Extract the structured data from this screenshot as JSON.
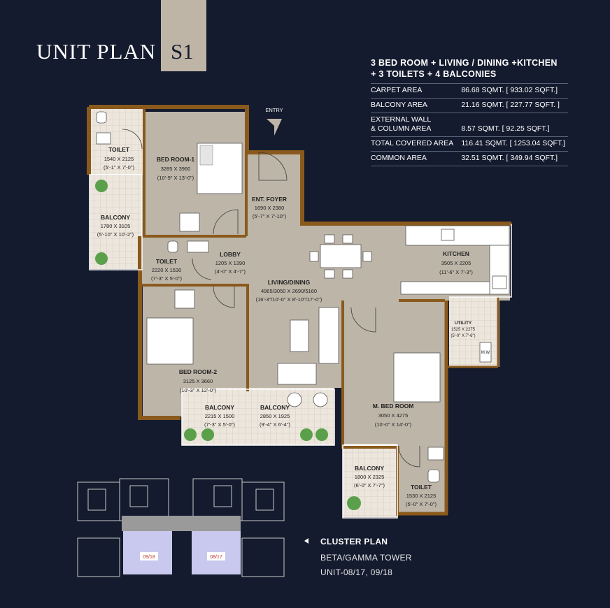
{
  "title": {
    "left": "UNIT PLAN",
    "right": "S1"
  },
  "config": {
    "line1": "3 BED ROOM + LIVING / DINING +KITCHEN",
    "line2": "+ 3 TOILETS + 4 BALCONIES"
  },
  "areas": [
    {
      "label": "CARPET AREA",
      "value": "86.68 SQMT. [ 933.02 SQFT.]"
    },
    {
      "label": "BALCONY AREA",
      "value": "21.16 SQMT. [ 227.77 SQFT. ]"
    },
    {
      "label1": "EXTERNAL WALL",
      "label2": "& COLUMN AREA",
      "value": "8.57 SQMT. [ 92.25 SQFT.]"
    },
    {
      "label": "TOTAL COVERED AREA",
      "value": "116.41 SQMT. [ 1253.04 SQFT.]"
    },
    {
      "label": "COMMON AREA",
      "value": "32.51 SQMT. [ 349.94 SQFT.]"
    }
  ],
  "entry": "ENTRY",
  "rooms": {
    "toilet1": {
      "name": "TOILET",
      "dim1": "1540 X 2125",
      "dim2": "(5'-1\" X 7'-0\")"
    },
    "bed1": {
      "name": "BED ROOM-1",
      "dim1": "3285 X 3960",
      "dim2": "(10'-9\" X 13'-0\")"
    },
    "foyer": {
      "name": "ENT. FOYER",
      "dim1": "1690 X 2380",
      "dim2": "(5'-7\" X 7'-10\")"
    },
    "balcony1": {
      "name": "BALCONY",
      "dim1": "1780 X 3105",
      "dim2": "(5'-10\" X 10'-2\")"
    },
    "lobby": {
      "name": "LOBBY",
      "dim1": "1205 X 1390",
      "dim2": "(4'-0\" X 4'-7\")"
    },
    "toilet2": {
      "name": "TOILET",
      "dim1": "2220 X 1530",
      "dim2": "(7'-3\" X 5'-0\")"
    },
    "kitchen": {
      "name": "KITCHEN",
      "dim1": "3505 X 2205",
      "dim2": "(11'-6\" X 7'-3\")"
    },
    "living": {
      "name": "LIVING/DINING",
      "dim1": "4965/3050 X 2690/5160",
      "dim2": "(16'-3\"/10'-0\" X 8'-10\"/17'-0\")"
    },
    "utility": {
      "name": "UTILITY",
      "dim1": "1525 X 2275",
      "dim2": "(5'-0\" X 7'-6\")"
    },
    "bed2": {
      "name": "BED ROOM-2",
      "dim1": "3125 X 3660",
      "dim2": "(10'-3\" X 12'-0\")"
    },
    "mbed": {
      "name": "M. BED ROOM",
      "dim1": "3050 X 4275",
      "dim2": "(10'-0\" X 14'-0\")"
    },
    "balcony2": {
      "name": "BALCONY",
      "dim1": "2215 X 1500",
      "dim2": "(7'-3\" X 5'-0\")"
    },
    "balcony3": {
      "name": "BALCONY",
      "dim1": "2850 X 1925",
      "dim2": "(9'-4\" X 6'-4\")"
    },
    "balcony4": {
      "name": "BALCONY",
      "dim1": "1800 X 2325",
      "dim2": "(6'-0\" X 7'-7\")"
    },
    "toilet3": {
      "name": "TOILET",
      "dim1": "1530 X 2125",
      "dim2": "(5'-0\" X 7'-0\")"
    }
  },
  "fixtures": {
    "mw": "M.W"
  },
  "cluster": {
    "title": "CLUSTER PLAN",
    "tower": "BETA/GAMMA TOWER",
    "units": "UNIT-08/17, 09/18",
    "tag_left": "09/18",
    "tag_right": "08/17"
  },
  "colors": {
    "background": "#141b2e",
    "wall": "#8a5a1c",
    "floor": "#bdb5a8",
    "tile": "#e8e2d9",
    "accent": "#bfb5a6"
  }
}
